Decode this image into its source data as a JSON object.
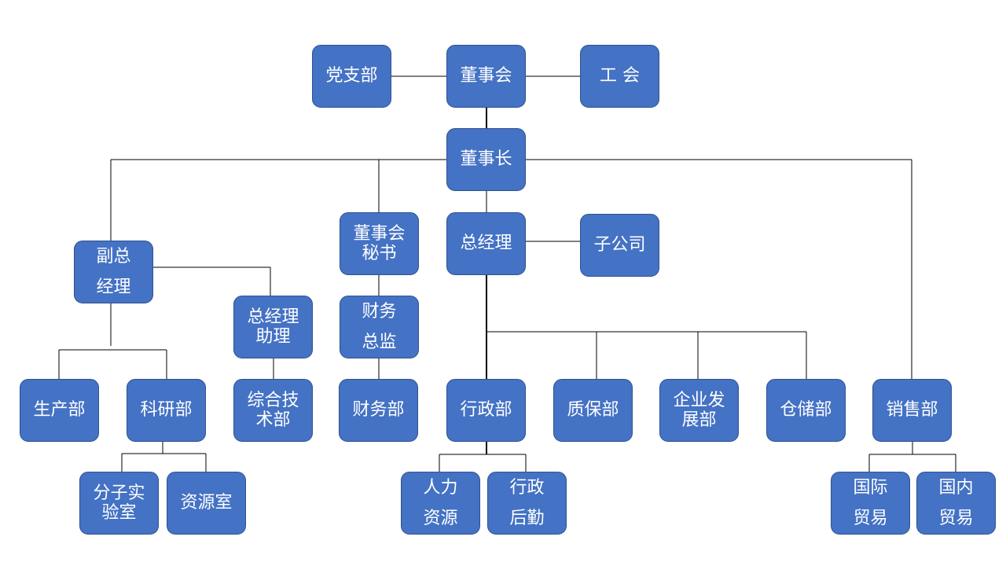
{
  "theme": {
    "box_fill": "#4472c4",
    "box_border": "#2f528f",
    "text_color": "#ffffff",
    "line_color": "#000000"
  },
  "org_chart": {
    "party_branch": [
      "党支部"
    ],
    "board_of_directors": [
      "董事会"
    ],
    "labor_union": [
      "工 会"
    ],
    "chairman": [
      "董事长"
    ],
    "deputy_gm": [
      "副总",
      "经理"
    ],
    "board_secretary": [
      "董事会",
      "秘书"
    ],
    "general_manager": [
      "总经理"
    ],
    "subsidiary": [
      "子公司"
    ],
    "gm_assistant": [
      "总经理",
      "助理"
    ],
    "finance_director": [
      "财务",
      "总监"
    ],
    "production_dept": [
      "生产部"
    ],
    "rd_dept": [
      "科研部"
    ],
    "technical_dept": [
      "综合技",
      "术部"
    ],
    "finance_dept": [
      "财务部"
    ],
    "admin_dept": [
      "行政部"
    ],
    "quality_dept": [
      "质保部"
    ],
    "enterprise_dev_dept": [
      "企业发",
      "展部"
    ],
    "warehouse_dept": [
      "仓储部"
    ],
    "sales_dept": [
      "销售部"
    ],
    "molecular_lab": [
      "分子实",
      "验室"
    ],
    "resource_room": [
      "资源室"
    ],
    "human_resources": [
      "人力",
      "资源"
    ],
    "admin_logistics": [
      "行政",
      "后勤"
    ],
    "international_trade": [
      "国际",
      "贸易"
    ],
    "domestic_trade": [
      "国内",
      "贸易"
    ]
  }
}
